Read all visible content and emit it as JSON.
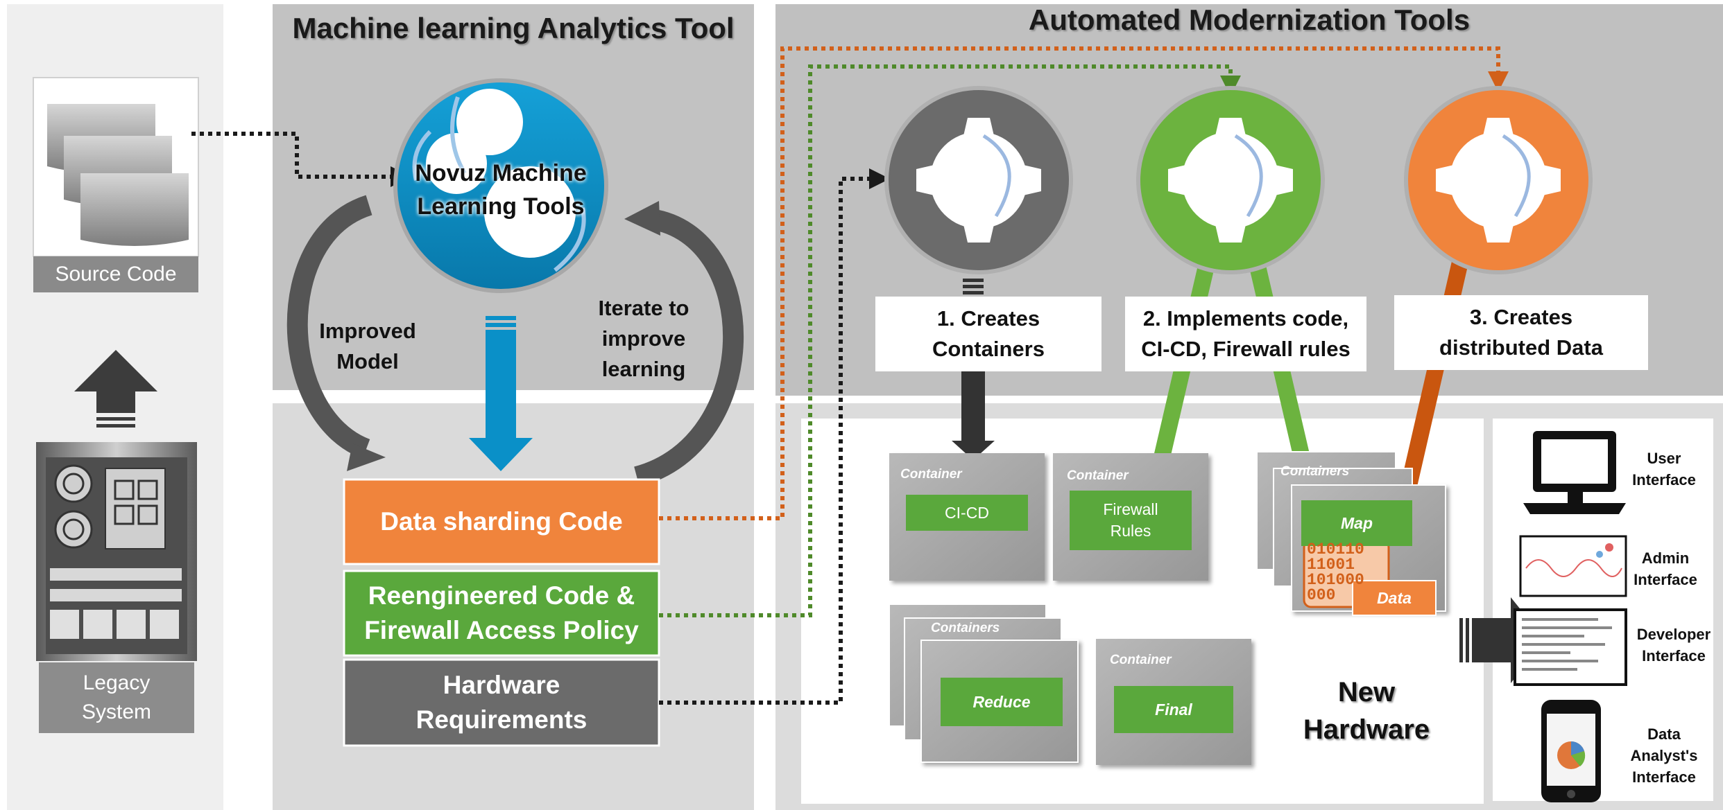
{
  "titles": {
    "ml_tool": "Machine learning Analytics Tool",
    "modernization": "Automated Modernization Tools"
  },
  "source_code_label": "Source Code",
  "legacy_system_label": "Legacy\nSystem",
  "ml_circle_label": "Novuz Machine\nLearning Tools",
  "loop_labels": {
    "improved_model": "Improved\nModel",
    "iterate": "Iterate to\nimprove\nlearning"
  },
  "outputs": [
    {
      "label": "Data sharding Code",
      "color": "#f0843c"
    },
    {
      "label": "Reengineered Code &\nFirewall Access Policy",
      "color": "#5aa83c"
    },
    {
      "label": "Hardware\nRequirements",
      "color": "#6b6b6b"
    }
  ],
  "steps": [
    {
      "label": "1. Creates\nContainers",
      "color": "#6b6b6b"
    },
    {
      "label": "2. Implements code,\nCI-CD, Firewall rules",
      "color": "#6cb33f"
    },
    {
      "label": "3. Creates\ndistributed Data",
      "color": "#f0843c"
    }
  ],
  "containers": {
    "cicd": {
      "caption": "Container",
      "label": "CI-CD"
    },
    "firewall": {
      "caption": "Container",
      "label": "Firewall\nRules"
    },
    "map": {
      "caption": "Containers",
      "label": "Map",
      "data": "Data"
    },
    "reduce": {
      "caption": "Containers",
      "label": "Reduce"
    },
    "final": {
      "caption": "Container",
      "label": "Final"
    }
  },
  "binary_text": [
    "010110",
    "11001",
    "101000",
    "000"
  ],
  "new_hardware_label": "New\nHardware",
  "interfaces": [
    {
      "label": "User\nInterface",
      "icon": "monitor-icon"
    },
    {
      "label": "Admin\nInterface",
      "icon": "dashboard-icon"
    },
    {
      "label": "Developer\nInterface",
      "icon": "terminal-icon"
    },
    {
      "label": "Data\nAnalyst's\nInterface",
      "icon": "phone-icon"
    }
  ],
  "colors": {
    "orange": "#f0843c",
    "green": "#6cb33f",
    "gray": "#6b6b6b",
    "blue": "#0a90c8",
    "dotted_orange": "#d2601a",
    "dotted_green": "#4f8a2a",
    "dotted_black": "#1a1a1a"
  }
}
